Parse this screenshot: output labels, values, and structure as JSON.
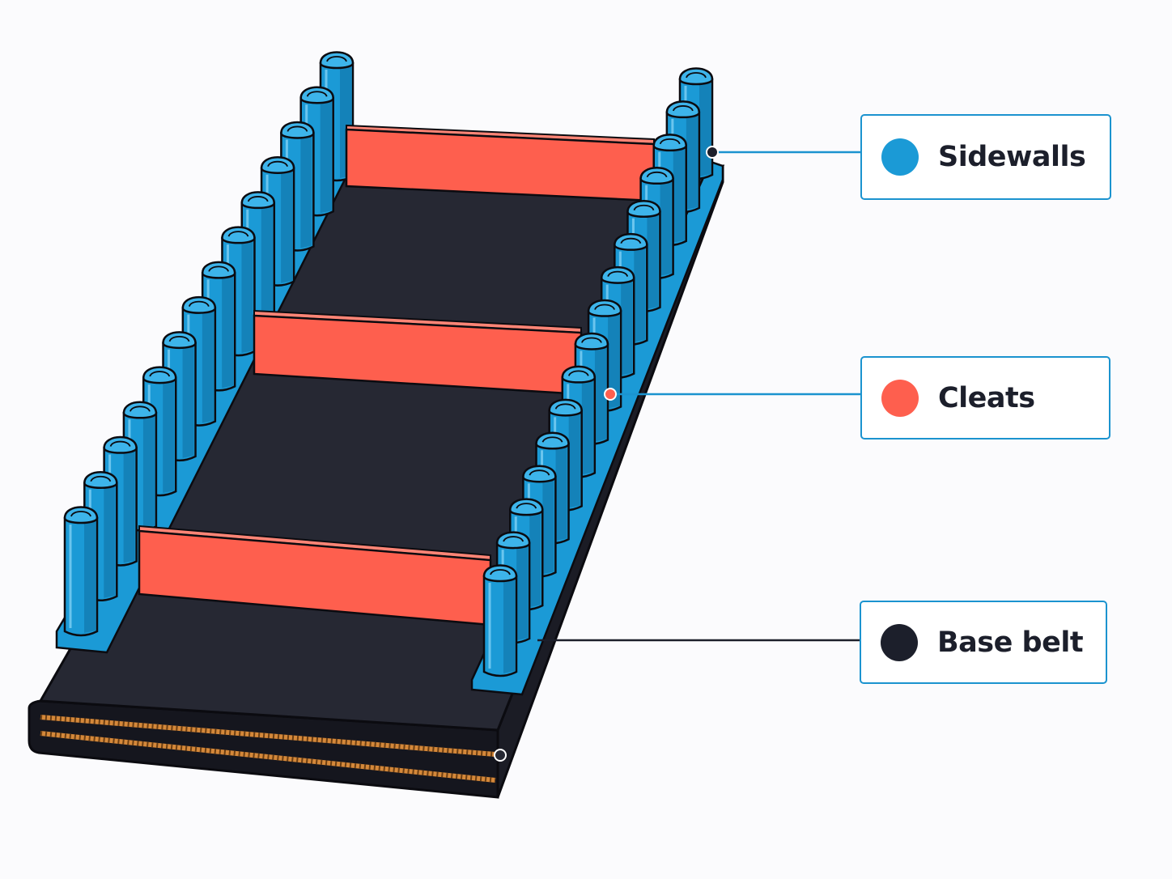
{
  "labels": {
    "sidewalls": "Sidewalls",
    "cleats": "Cleats",
    "base_belt": "Base belt"
  },
  "colors": {
    "sidewall": "#1b9ad6",
    "sidewall_dark": "#0f6fa3",
    "cleat": "#fe5f4e",
    "cleat_dark": "#d8432f",
    "belt": "#262833",
    "belt_dark": "#15161e",
    "ply": "#d4883a",
    "leader": "#1b93cf",
    "box_border": "#1b93cf"
  }
}
